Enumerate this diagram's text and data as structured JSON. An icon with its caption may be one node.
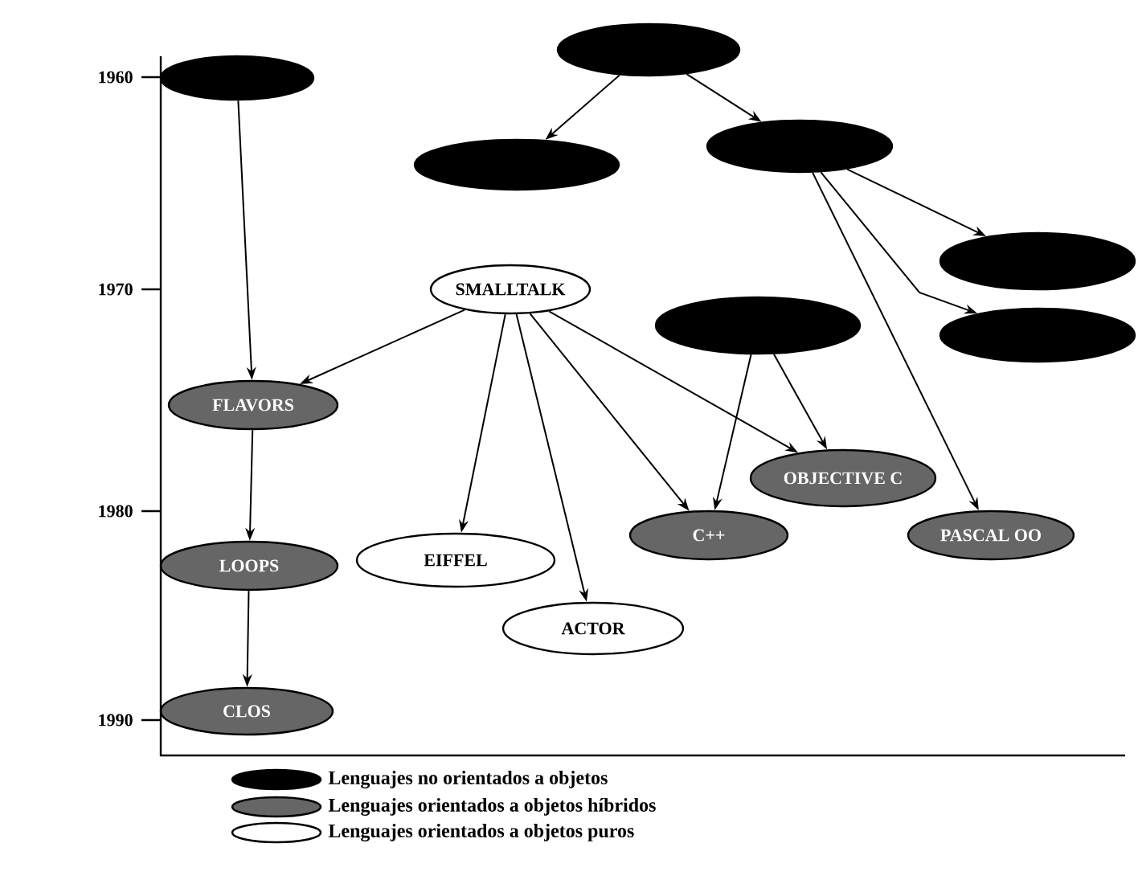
{
  "diagram": {
    "nodes": [
      {
        "text": [],
        "shape": "ellipse"
      },
      {
        "text": [],
        "shape": "ellipse"
      },
      {
        "text": [],
        "shape": "ellipse"
      },
      {
        "text": [],
        "shape": "ellipse"
      },
      {
        "text": [],
        "shape": "ellipse"
      },
      {
        "text": [],
        "shape": "ellipse"
      },
      {
        "text": [],
        "shape": "ellipse"
      },
      {
        "text": [
          "SMALLTALK"
        ]
      },
      {
        "text": [
          "FLAVORS"
        ]
      },
      {
        "text": [
          "OBJECTIVE C"
        ]
      },
      {
        "text": [
          "C++"
        ]
      },
      {
        "text": [
          "PASCAL OO"
        ]
      },
      {
        "text": [
          "LOOPS"
        ]
      },
      {
        "text": [
          "EIFFEL"
        ]
      },
      {
        "text": [
          "ACTOR"
        ]
      },
      {
        "text": [
          "CLOS"
        ]
      }
    ],
    "edges": [
      {
        "from": 0,
        "to": 2,
        "arrow": "to"
      },
      {
        "from": 0,
        "to": 3,
        "arrow": "to"
      },
      {
        "from": 3,
        "to": 4,
        "arrow": "to"
      },
      {
        "from": 3,
        "to": 5,
        "arrow": "to"
      },
      {
        "from": 3,
        "to": 11,
        "arrow": "to"
      },
      {
        "from": 1,
        "to": 8,
        "arrow": "to"
      },
      {
        "from": 8,
        "to": 12,
        "arrow": "to"
      },
      {
        "from": 12,
        "to": 15,
        "arrow": "to"
      },
      {
        "from": 7,
        "to": 8,
        "arrow": "to"
      },
      {
        "from": 7,
        "to": 13,
        "arrow": "to"
      },
      {
        "from": 7,
        "to": 14,
        "arrow": "to"
      },
      {
        "from": 7,
        "to": 10,
        "arrow": "to"
      },
      {
        "from": 7,
        "to": 9,
        "arrow": "to"
      },
      {
        "from": 6,
        "to": 10,
        "arrow": "to"
      },
      {
        "from": 6,
        "to": 9,
        "arrow": "to"
      }
    ],
    "labels": [
      "1960",
      "1970",
      "1980",
      "1990"
    ],
    "legend": [
      {
        "text": "Lenguajes no orientados a objetos"
      },
      {
        "text": "Lenguajes orientados a objetos híbridos"
      },
      {
        "text": "Lenguajes orientados a objetos puros"
      }
    ]
  }
}
